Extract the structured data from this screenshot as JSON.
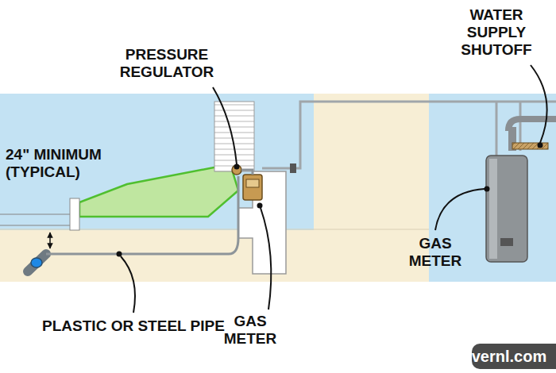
{
  "diagram": {
    "labels": [
      "PRESSURE REGULATOR",
      "WATER SUPPLY SHUTOFF",
      "24\" MINIMUM (TYPICAL)",
      "PLASTIC OR STEEL PIPE",
      "GAS METER",
      "GAS METER",
      "vernl.com"
    ]
  }
}
